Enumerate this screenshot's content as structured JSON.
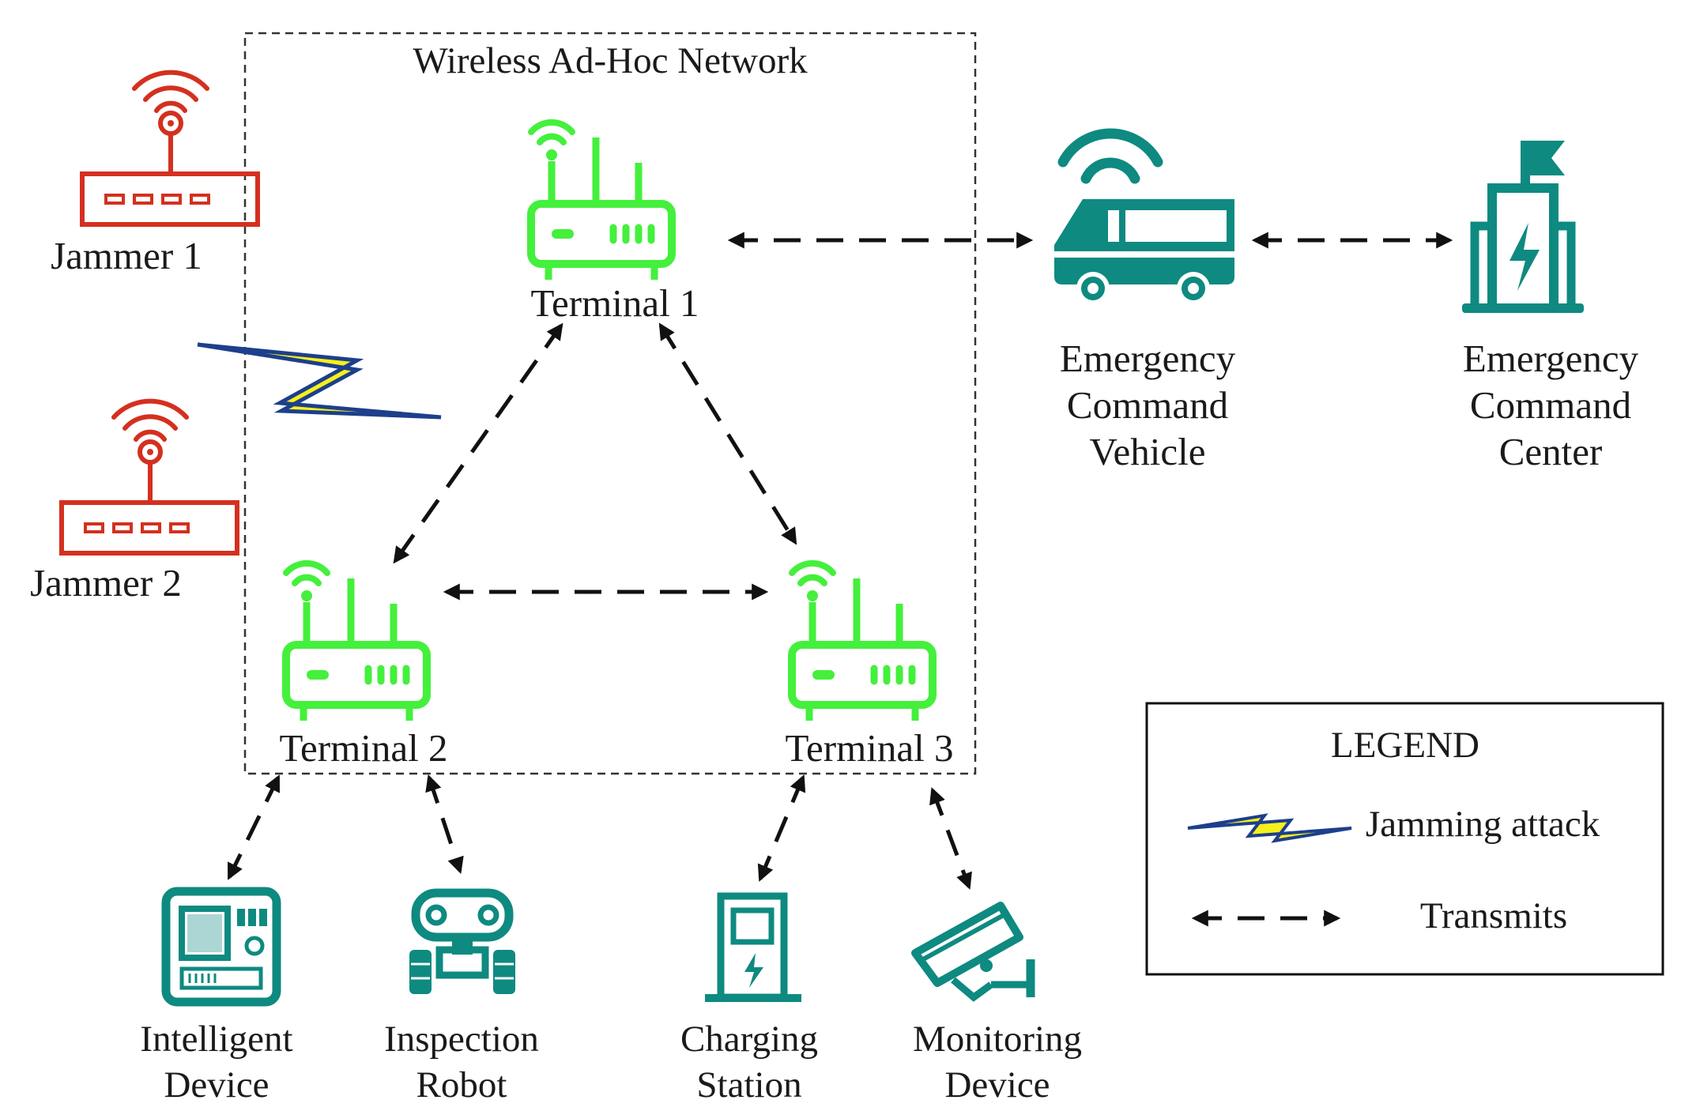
{
  "network": {
    "title": "Wireless Ad-Hoc Network"
  },
  "jammers": [
    {
      "label": "Jammer 1"
    },
    {
      "label": "Jammer 2"
    }
  ],
  "terminals": [
    {
      "label": "Terminal 1"
    },
    {
      "label": "Terminal 2"
    },
    {
      "label": "Terminal 3"
    }
  ],
  "command": {
    "vehicle": {
      "line1": "Emergency",
      "line2": "Command",
      "line3": "Vehicle"
    },
    "center": {
      "line1": "Emergency",
      "line2": "Command",
      "line3": "Center"
    }
  },
  "devices": [
    {
      "line1": "Intelligent",
      "line2": "Device"
    },
    {
      "line1": "Inspection",
      "line2": "Robot"
    },
    {
      "line1": "Charging",
      "line2": "Station"
    },
    {
      "line1": "Monitoring",
      "line2": "Device"
    }
  ],
  "legend": {
    "title": "LEGEND",
    "jamming": "Jamming attack",
    "transmits": "Transmits"
  },
  "colors": {
    "terminal": "#44f03c",
    "jammer": "#d4301f",
    "device": "#0e8a80",
    "jam_bolt_fill": "#f6f01a",
    "jam_bolt_edge": "#1d3f8c"
  },
  "icons": {
    "terminal": "wifi-router-icon",
    "jammer": "router-antenna-icon",
    "vehicle": "van-icon",
    "center": "building-flag-icon",
    "intelligent_device": "control-panel-icon",
    "robot": "robot-icon",
    "charging": "charging-station-icon",
    "camera": "security-camera-icon"
  }
}
